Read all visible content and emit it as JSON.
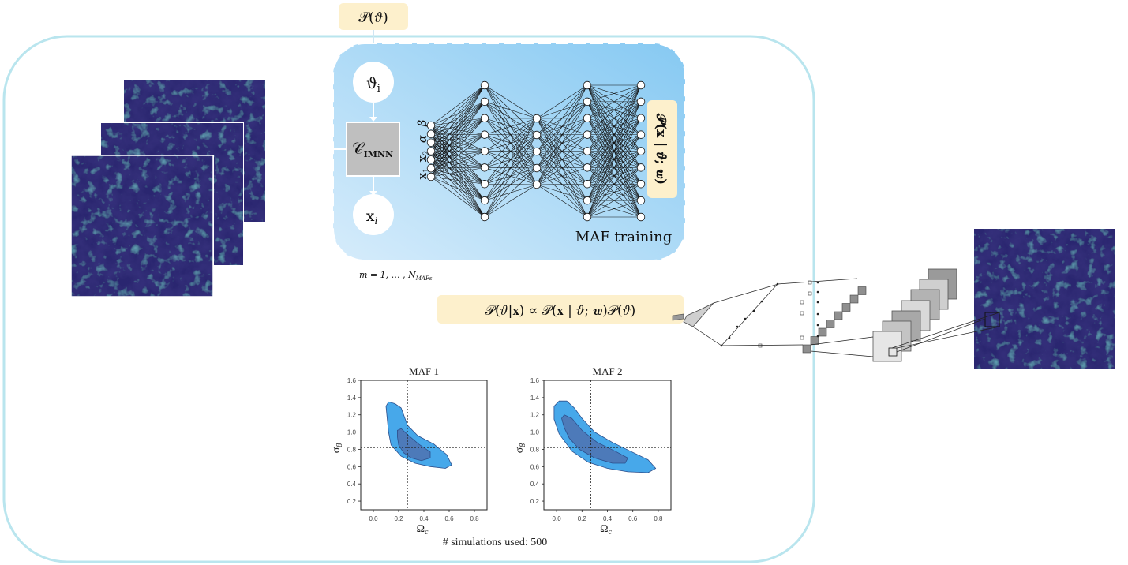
{
  "prior_box": {
    "text": "𝒫(𝜗)"
  },
  "theta_node": {
    "text": "ϑ",
    "sub": "i"
  },
  "compressor": {
    "text": "𝒞",
    "sub": "IMNN"
  },
  "x_node": {
    "text": "x",
    "sub": "i"
  },
  "network_inputs": [
    {
      "text": "x",
      "sub": "1"
    },
    {
      "text": "x",
      "sub": "2"
    },
    {
      "text": "α"
    },
    {
      "text": "β"
    }
  ],
  "likelihood_box": {
    "text": "𝒫(𝐱 | 𝜗; 𝒘)"
  },
  "maf_training_label": "MAF training",
  "maf_index_label": {
    "text": "m = 1, … , N",
    "sub": "MAFs"
  },
  "posterior_box": {
    "text": "𝒫(𝜗|𝐱) ∝ 𝒫(𝐱 | 𝜗; 𝒘)𝒫(𝜗)"
  },
  "simulations_caption": "# simulations used: 500",
  "colors": {
    "panel_gradient_start": "#d6ecfb",
    "panel_gradient_end": "#86c9f2",
    "outer_border": "#b9e5ee",
    "label_box": "#fdf0cc",
    "compressor_fill": "#bfbfbf",
    "contour_outer": "#47a8ea",
    "contour_inner": "#4d7ab9",
    "contour_edge": "#2d4f8c"
  },
  "chart_data": [
    {
      "type": "contour",
      "title": "MAF 1",
      "xlabel": "Ω_c",
      "ylabel": "σ_8",
      "xlim": [
        -0.1,
        0.9
      ],
      "ylim": [
        0.1,
        1.6
      ],
      "xticks": [
        "0.0",
        "0.2",
        "0.4",
        "0.6",
        "0.8"
      ],
      "yticks": [
        "1.6",
        "1.4",
        "1.2",
        "1.0",
        "0.8",
        "0.6",
        "0.4",
        "0.2"
      ],
      "truth": {
        "x": 0.27,
        "y": 0.82
      },
      "contour_outer": [
        [
          0.1,
          1.3
        ],
        [
          0.12,
          1.35
        ],
        [
          0.17,
          1.33
        ],
        [
          0.22,
          1.28
        ],
        [
          0.27,
          1.08
        ],
        [
          0.35,
          0.96
        ],
        [
          0.48,
          0.86
        ],
        [
          0.58,
          0.74
        ],
        [
          0.62,
          0.62
        ],
        [
          0.57,
          0.58
        ],
        [
          0.45,
          0.6
        ],
        [
          0.33,
          0.64
        ],
        [
          0.22,
          0.72
        ],
        [
          0.14,
          0.85
        ],
        [
          0.12,
          1.0
        ],
        [
          0.11,
          1.15
        ]
      ],
      "contour_inner": [
        [
          0.19,
          1.02
        ],
        [
          0.22,
          1.04
        ],
        [
          0.28,
          0.96
        ],
        [
          0.36,
          0.86
        ],
        [
          0.45,
          0.77
        ],
        [
          0.45,
          0.7
        ],
        [
          0.38,
          0.67
        ],
        [
          0.3,
          0.7
        ],
        [
          0.24,
          0.76
        ],
        [
          0.2,
          0.85
        ],
        [
          0.19,
          0.95
        ]
      ]
    },
    {
      "type": "contour",
      "title": "MAF 2",
      "xlabel": "Ω_c",
      "ylabel": "σ_8",
      "xlim": [
        -0.1,
        0.9
      ],
      "ylim": [
        0.1,
        1.6
      ],
      "xticks": [
        "0.0",
        "0.2",
        "0.4",
        "0.6",
        "0.8"
      ],
      "yticks": [
        "1.6",
        "1.4",
        "1.2",
        "1.0",
        "0.8",
        "0.6",
        "0.4",
        "0.2"
      ],
      "truth": {
        "x": 0.27,
        "y": 0.82
      },
      "contour_outer": [
        [
          -0.02,
          1.3
        ],
        [
          0.02,
          1.36
        ],
        [
          0.08,
          1.36
        ],
        [
          0.14,
          1.28
        ],
        [
          0.2,
          1.16
        ],
        [
          0.3,
          1.0
        ],
        [
          0.44,
          0.88
        ],
        [
          0.58,
          0.78
        ],
        [
          0.72,
          0.68
        ],
        [
          0.78,
          0.58
        ],
        [
          0.72,
          0.53
        ],
        [
          0.56,
          0.54
        ],
        [
          0.4,
          0.58
        ],
        [
          0.25,
          0.65
        ],
        [
          0.12,
          0.78
        ],
        [
          0.02,
          0.98
        ],
        [
          -0.02,
          1.15
        ]
      ],
      "contour_inner": [
        [
          0.04,
          1.16
        ],
        [
          0.06,
          1.2
        ],
        [
          0.12,
          1.16
        ],
        [
          0.2,
          1.02
        ],
        [
          0.32,
          0.88
        ],
        [
          0.46,
          0.78
        ],
        [
          0.56,
          0.7
        ],
        [
          0.54,
          0.64
        ],
        [
          0.44,
          0.64
        ],
        [
          0.3,
          0.7
        ],
        [
          0.18,
          0.8
        ],
        [
          0.1,
          0.93
        ],
        [
          0.06,
          1.05
        ]
      ]
    }
  ]
}
